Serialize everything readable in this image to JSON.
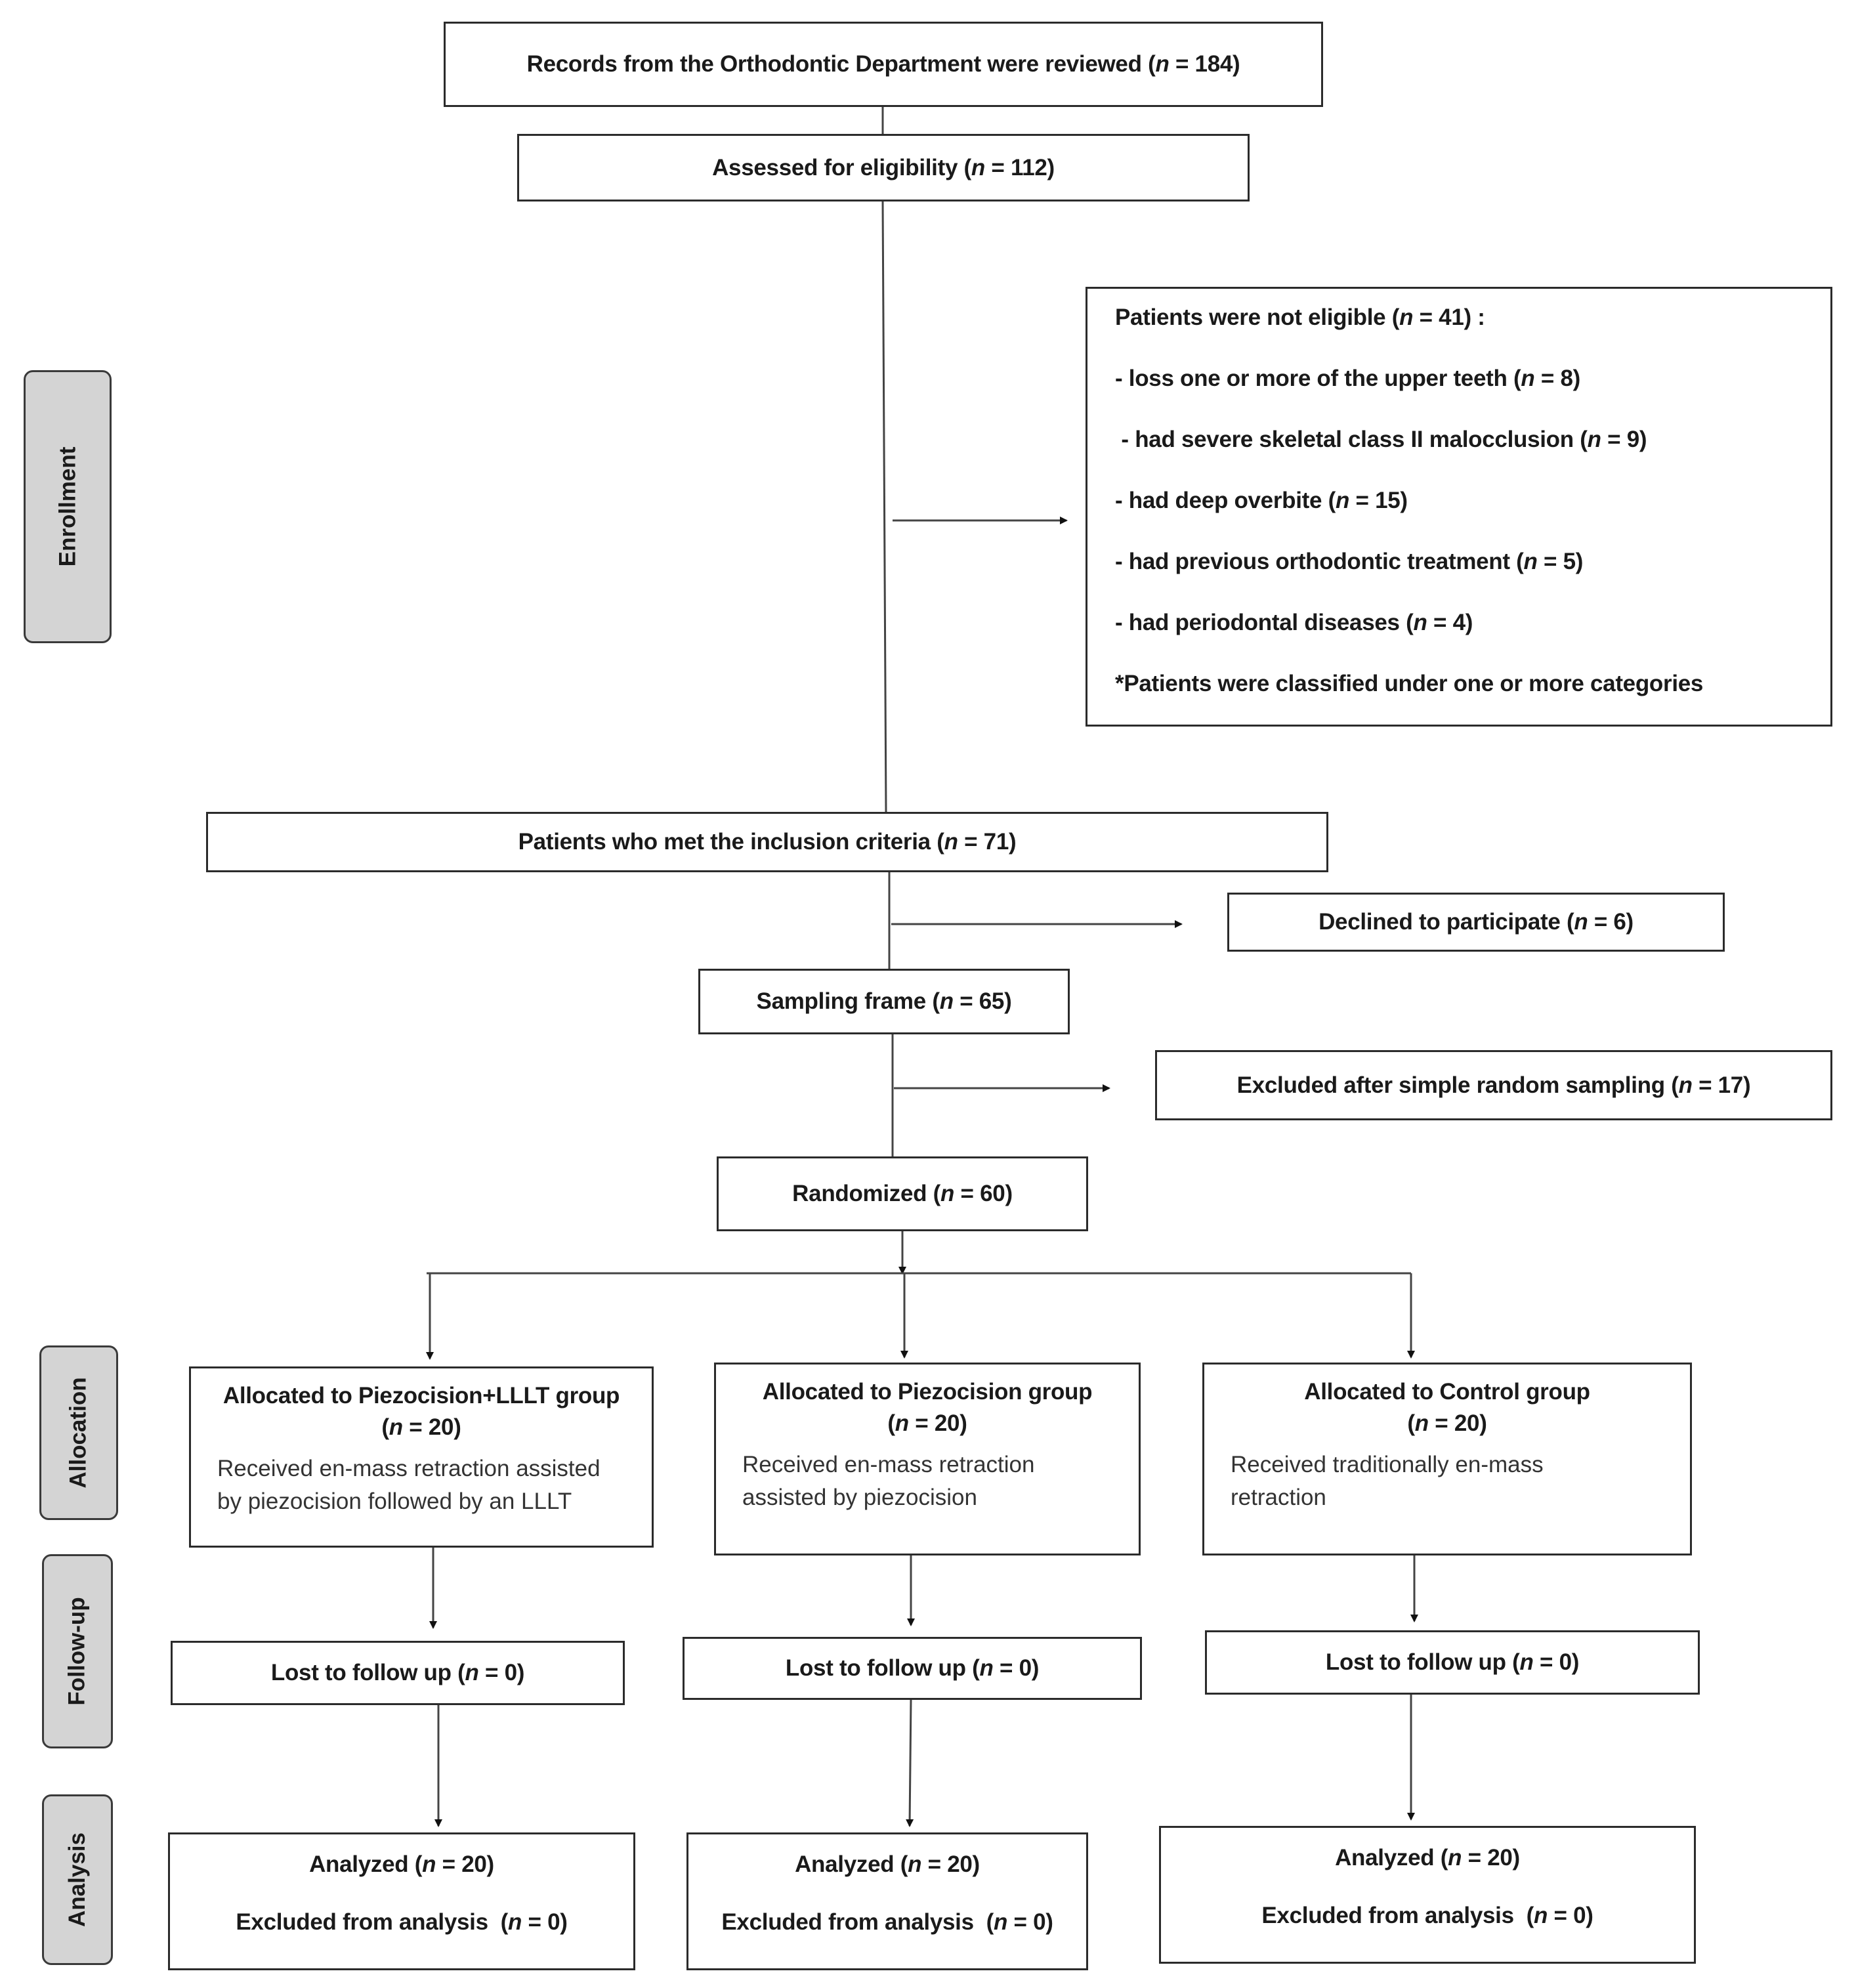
{
  "phases": {
    "enrollment": "Enrollment",
    "allocation": "Allocation",
    "followup": "Follow-up",
    "analysis": "Analysis"
  },
  "records": {
    "label": "Records from the Orthodontic Department were reviewed (",
    "n": "n",
    "value": " = 184)"
  },
  "assessed": {
    "label": "Assessed for eligibility (",
    "n": "n",
    "value": " = 112)"
  },
  "not_eligible": {
    "heading": {
      "label": "Patients were not eligible (",
      "n": "n",
      "value": " = 41)    :"
    },
    "items": [
      {
        "label": "- loss one or more of the upper teeth (",
        "n": "n",
        "value": " = 8)"
      },
      {
        "label": " - had severe skeletal class II malocclusion (",
        "n": "n",
        "value": " = 9)"
      },
      {
        "label": "- had deep overbite (",
        "n": "n",
        "value": " = 15)"
      },
      {
        "label": "- had previous orthodontic treatment (",
        "n": "n",
        "value": " = 5)"
      },
      {
        "label": "- had periodontal diseases (",
        "n": "n",
        "value": " = 4)"
      }
    ],
    "note": "*Patients were classified under one or more categories"
  },
  "inclusion": {
    "label": "Patients who met the inclusion criteria (",
    "n": "n",
    "value": " = 71)"
  },
  "declined": {
    "label": "Declined to participate (",
    "n": "n",
    "value": " = 6)"
  },
  "sampling": {
    "label": "Sampling frame (",
    "n": "n",
    "value": " = 65)"
  },
  "excluded_sampling": {
    "label": "Excluded after simple random sampling (",
    "n": "n",
    "value": " = 17)"
  },
  "randomized": {
    "label": "Randomized (",
    "n": "n",
    "value": " = 60)"
  },
  "groups": [
    {
      "title": "Allocated to Piezocision+LLLT group",
      "count": {
        "open": "(",
        "n": "n",
        "value": " = 20)"
      },
      "desc1": "Received en-mass retraction assisted",
      "desc2": "by piezocision followed by an LLLT",
      "lost": {
        "label": "Lost to follow up (",
        "n": "n",
        "value": " = 0)"
      },
      "analyzed": {
        "label": "Analyzed  (",
        "n": "n",
        "value": " = 20)"
      },
      "excluded": {
        "label": "Excluded from analysis  (",
        "n": "n",
        "value": " = 0)"
      }
    },
    {
      "title": "Allocated to Piezocision group",
      "count": {
        "open": "(",
        "n": "n",
        "value": " = 20)"
      },
      "desc1": "Received en-mass retraction",
      "desc2": "assisted by piezocision",
      "lost": {
        "label": "Lost to follow up (",
        "n": "n",
        "value": " = 0)"
      },
      "analyzed": {
        "label": "Analyzed  (",
        "n": "n",
        "value": " = 20)"
      },
      "excluded": {
        "label": "Excluded from analysis  (",
        "n": "n",
        "value": " = 0)"
      }
    },
    {
      "title": "Allocated to Control group",
      "count": {
        "open": "(",
        "n": "n",
        "value": " = 20)"
      },
      "desc1": "Received traditionally en-mass",
      "desc2": "retraction",
      "lost": {
        "label": "Lost to follow up (",
        "n": "n",
        "value": " = 0)"
      },
      "analyzed": {
        "label": "Analyzed  (",
        "n": "n",
        "value": " = 20)"
      },
      "excluded": {
        "label": "Excluded from analysis  (",
        "n": "n",
        "value": " = 0)"
      }
    }
  ]
}
